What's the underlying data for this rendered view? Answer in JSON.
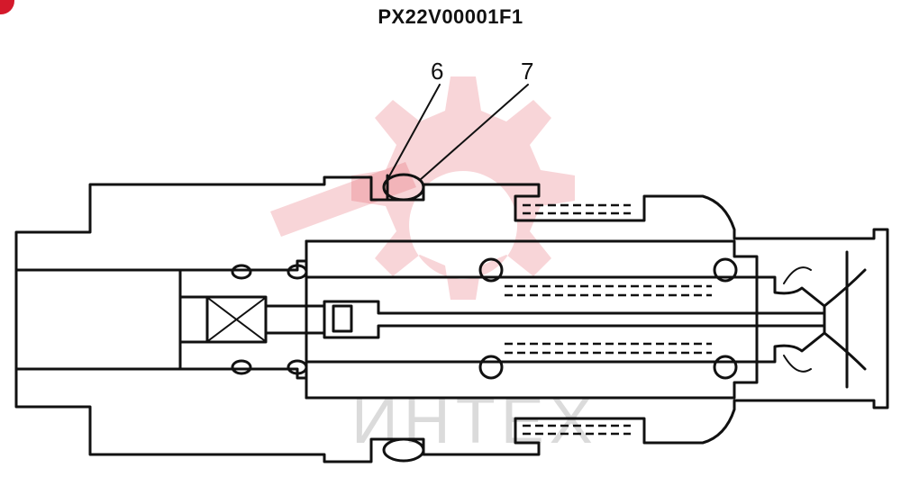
{
  "header": {
    "part_number": "PX22V00001F1"
  },
  "callouts": [
    {
      "label": "6"
    },
    {
      "label": "7"
    }
  ],
  "watermark": {
    "text": "ИНТЕХ",
    "icon": "gear-watermark-icon",
    "color": "#e0414e"
  },
  "colors": {
    "line": "#111111",
    "accent": "#d4192b",
    "background": "#ffffff"
  }
}
